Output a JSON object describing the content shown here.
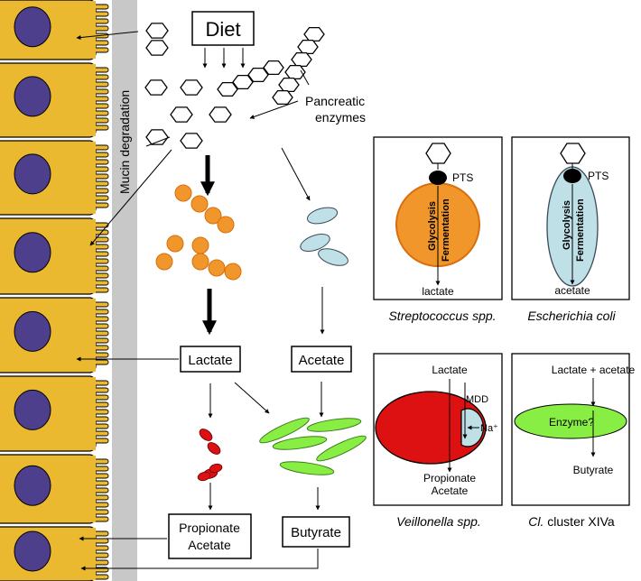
{
  "labels": {
    "diet": "Diet",
    "mucin_degradation": "Mucin degradation",
    "pancreatic_enzymes_line1": "Pancreatic",
    "pancreatic_enzymes_line2": "enzymes",
    "lactate": "Lactate",
    "acetate": "Acetate",
    "propionate_acetate_line1": "Propionate",
    "propionate_acetate_line2": "Acetate",
    "butyrate": "Butyrate"
  },
  "panels": {
    "streptococcus": {
      "pts": "PTS",
      "glycolysis": "Glycolysis",
      "fermentation": "Fermentation",
      "product": "lactate",
      "caption": "Streptococcus spp."
    },
    "ecoli": {
      "pts": "PTS",
      "glycolysis": "Glycolysis",
      "fermentation": "Fermentation",
      "product": "acetate",
      "caption": "Escherichia coli"
    },
    "veillonella": {
      "input": "Lactate",
      "mdd": "MDD",
      "sodium": "Na⁺",
      "output_line1": "Propionate",
      "output_line2": "Acetate",
      "caption": "Veillonella spp."
    },
    "clostridium": {
      "input": "Lactate + acetate",
      "enzyme": "Enzyme?",
      "output": "Butyrate",
      "caption_prefix": "Cl.",
      "caption_rest": " cluster XIVa"
    }
  },
  "colors": {
    "epithelium": "#eab92f",
    "nucleus": "#4e3f8c",
    "mucus": "#c8c8c8",
    "streptococcus": "#f0962a",
    "ecoli": "#bfe0e6",
    "veillonella": "#dd1111",
    "clostridium": "#88ee44"
  }
}
